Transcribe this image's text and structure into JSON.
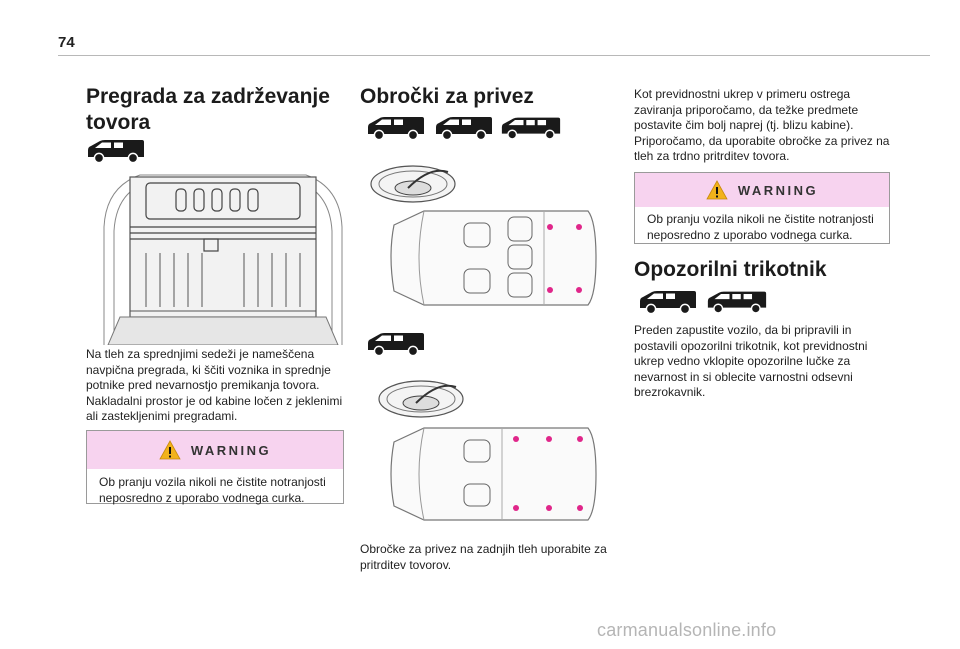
{
  "page_number": "74",
  "left": {
    "title_line1": "Pregrada za zadrževanje",
    "title_line2": "tovora",
    "para": [
      "Na tleh za sprednjimi sedeži je nameščena",
      "navpična pregrada, ki ščiti voznika in sprednje",
      "potnike pred nevarnostjo premikanja tovora.",
      "Nakladalni prostor je od kabine ločen z jeklenimi",
      "ali zastekljenimi pregradami."
    ],
    "warning_title": "WARNING",
    "warning_text": [
      "Ob pranju vozila nikoli ne čistite notranjosti",
      "neposredno z uporabo vodnega curka."
    ]
  },
  "middle": {
    "title": "Obročki za privez",
    "caption": [
      "Obročke za privez na zadnjih tleh uporabite za",
      "pritrditev tovorov."
    ]
  },
  "right": {
    "para": [
      "Kot previdnostni ukrep v primeru ostrega",
      "zaviranja priporočamo, da težke predmete",
      "postavite čim bolj naprej (tj. blizu kabine).",
      "Priporočamo, da uporabite obročke za privez na",
      "tleh za trdno pritrditev tovora."
    ],
    "warning_title": "WARNING",
    "warning_text": [
      "Ob pranju vozila nikoli ne čistite notranjosti",
      "neposredno z uporabo vodnega curka."
    ],
    "title2": "Opozorilni trikotnik",
    "para2": [
      "Preden zapustite vozilo, da bi pripravili in",
      "postavili opozorilni trikotnik, kot previdnostni",
      "ukrep vedno vklopite opozorilne lučke za",
      "nevarnost in si oblecite varnostni odsevni",
      "brezrokavnik."
    ]
  },
  "watermark": "carmanualsonline.info",
  "colors": {
    "warning_band": "#f7d3ef",
    "anchor_dot": "#e0268a",
    "icon": "#1a1a1a",
    "rule": "#b8b8b8"
  },
  "icons": [
    "van-icon",
    "warning-triangle-icon",
    "anchor-ring-icon"
  ]
}
